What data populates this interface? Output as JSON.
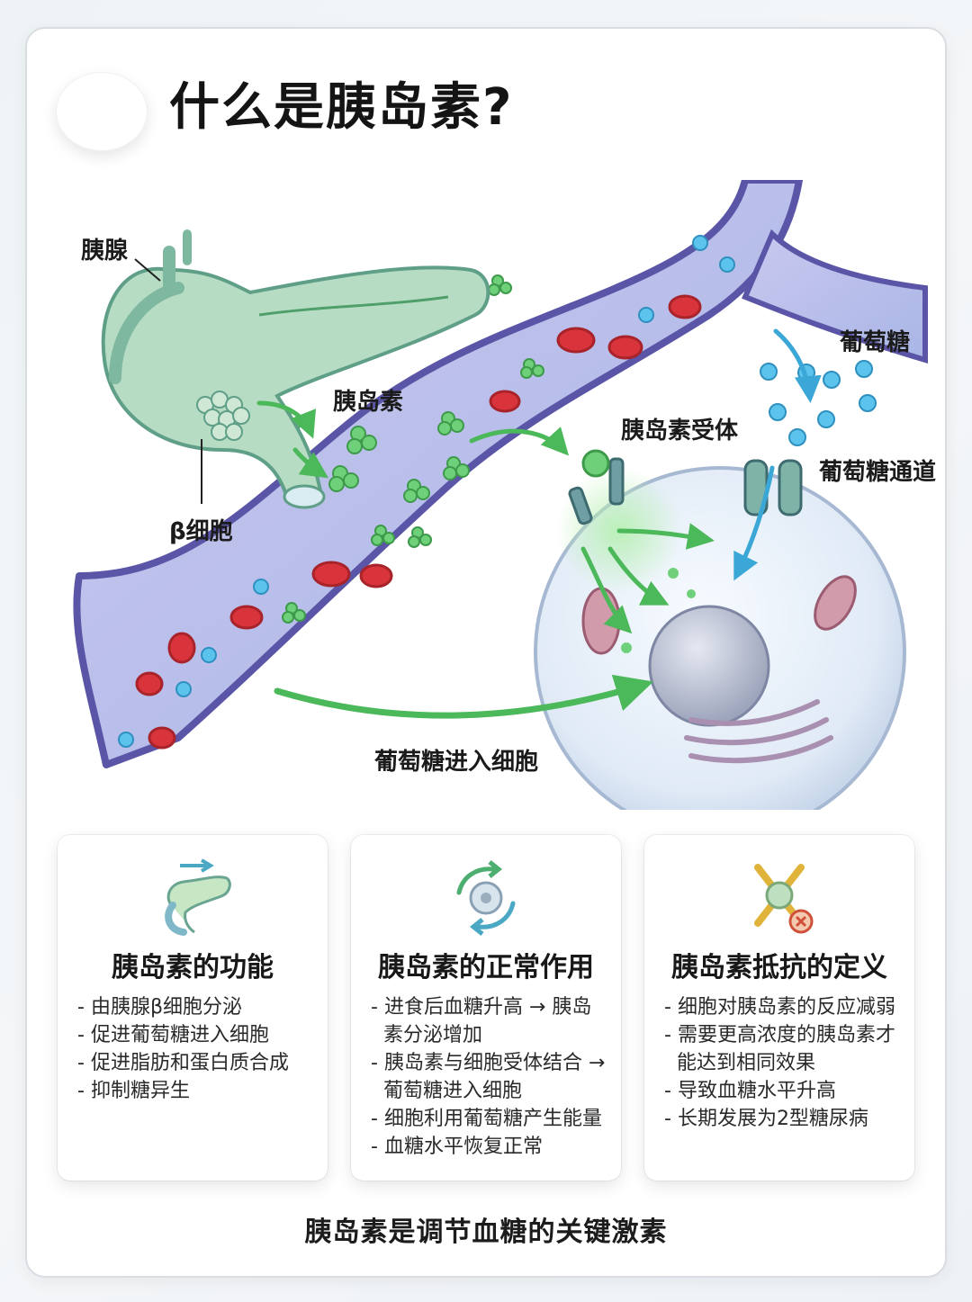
{
  "title": "什么是胰岛素?",
  "diagram_labels": {
    "pancreas": "胰腺",
    "beta_cell": "β细胞",
    "insulin": "胰岛素",
    "receptor": "胰岛素受体",
    "glucose": "葡萄糖",
    "channel": "葡萄糖通道",
    "entry": "葡萄糖进入细胞"
  },
  "cards": [
    {
      "icon": "pancreas-icon",
      "title": "胰岛素的功能",
      "items": [
        "由胰腺β细胞分泌",
        "促进葡萄糖进入细胞",
        "促进脂肪和蛋白质合成",
        "抑制糖异生"
      ]
    },
    {
      "icon": "cycle-cell-icon",
      "title": "胰岛素的正常作用",
      "items": [
        "进食后血糖升高 → 胰岛素分泌增加",
        "胰岛素与细胞受体结合 → 葡萄糖进入细胞",
        "细胞利用葡萄糖产生能量",
        "血糖水平恢复正常"
      ]
    },
    {
      "icon": "blocked-key-icon",
      "title": "胰岛素抵抗的定义",
      "items": [
        "细胞对胰岛素的反应减弱",
        "需要更高浓度的胰岛素才能达到相同效果",
        "导致血糖水平升高",
        "长期发展为2型糖尿病"
      ]
    }
  ],
  "footer": "胰岛素是调节血糖的关键激素",
  "colors": {
    "insulin": "#6fd07a",
    "glucose": "#5cc4ec",
    "rbc": "#d9343c",
    "vessel": "#6e69b8",
    "arrow": "#4bb85a"
  }
}
